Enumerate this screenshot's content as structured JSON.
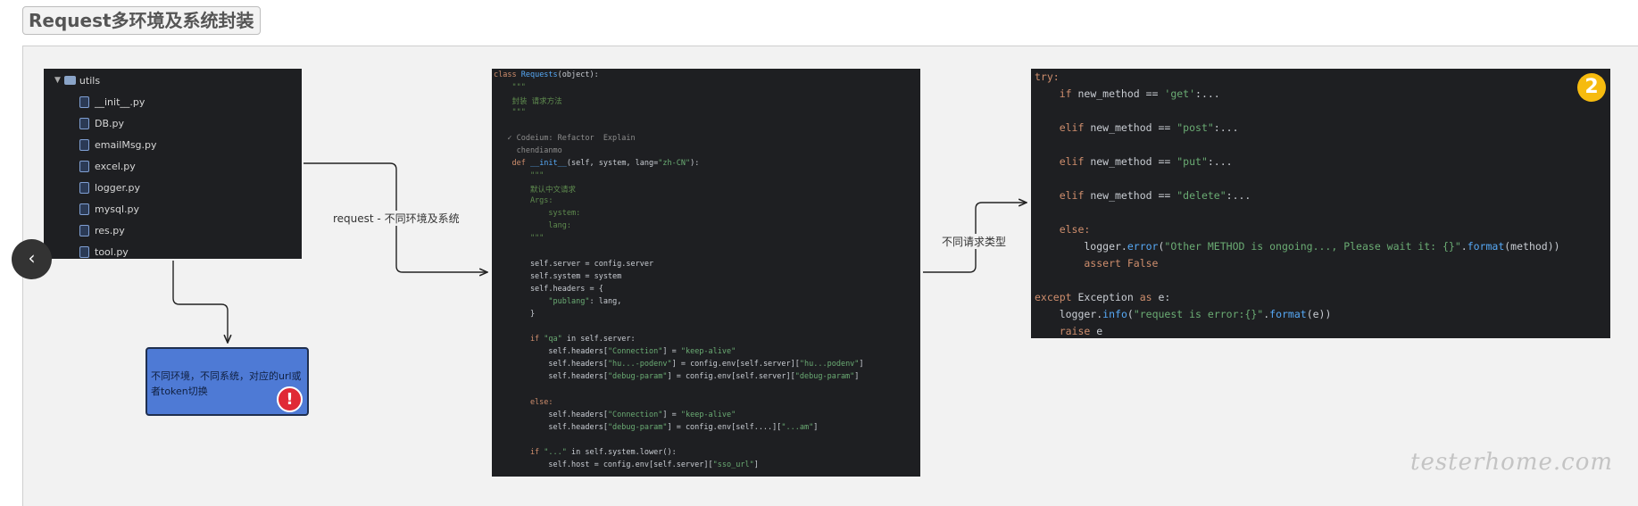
{
  "page_title": "Request多环境及系统封装",
  "file_tree": {
    "folder": "utils",
    "files": [
      "__init__.py",
      "DB.py",
      "emailMsg.py",
      "excel.py",
      "logger.py",
      "mysql.py",
      "res.py",
      "tool.py"
    ]
  },
  "code_panel_a": {
    "lines": [
      [
        {
          "t": "class ",
          "c": "kw"
        },
        {
          "t": "Requests",
          "c": "fn"
        },
        {
          "t": "(object):",
          "c": "id"
        }
      ],
      [
        {
          "t": "    \"\"\"",
          "c": "cm"
        }
      ],
      [
        {
          "t": "    封装 请求方法",
          "c": "cm"
        }
      ],
      [
        {
          "t": "    \"\"\"",
          "c": "cm"
        }
      ],
      [
        {
          "t": "",
          "c": "id"
        }
      ],
      [
        {
          "t": "   ✓ Codeium: Refactor  Explain",
          "c": "hint"
        }
      ],
      [
        {
          "t": "     chendianmo",
          "c": "hint"
        }
      ],
      [
        {
          "t": "    def ",
          "c": "kw"
        },
        {
          "t": "__init__",
          "c": "fn"
        },
        {
          "t": "(self, system, lang=",
          "c": "id"
        },
        {
          "t": "\"zh-CN\"",
          "c": "str"
        },
        {
          "t": "):",
          "c": "id"
        }
      ],
      [
        {
          "t": "        \"\"\"",
          "c": "cm"
        }
      ],
      [
        {
          "t": "        默认中文请求",
          "c": "cm"
        }
      ],
      [
        {
          "t": "        Args:",
          "c": "cm"
        }
      ],
      [
        {
          "t": "            system:",
          "c": "cm"
        }
      ],
      [
        {
          "t": "            lang:",
          "c": "cm"
        }
      ],
      [
        {
          "t": "        \"\"\"",
          "c": "cm"
        }
      ],
      [
        {
          "t": "",
          "c": "id"
        }
      ],
      [
        {
          "t": "        self.server = config.server",
          "c": "id"
        }
      ],
      [
        {
          "t": "        self.system = system",
          "c": "id"
        }
      ],
      [
        {
          "t": "        self.headers = {",
          "c": "id"
        }
      ],
      [
        {
          "t": "            ",
          "c": "id"
        },
        {
          "t": "\"publang\"",
          "c": "str"
        },
        {
          "t": ": lang,",
          "c": "id"
        }
      ],
      [
        {
          "t": "        }",
          "c": "id"
        }
      ],
      [
        {
          "t": "",
          "c": "id"
        }
      ],
      [
        {
          "t": "        if ",
          "c": "kw"
        },
        {
          "t": "\"qa\"",
          "c": "str"
        },
        {
          "t": " in self.server:",
          "c": "id"
        }
      ],
      [
        {
          "t": "            self.headers[",
          "c": "id"
        },
        {
          "t": "\"Connection\"",
          "c": "str"
        },
        {
          "t": "] = ",
          "c": "id"
        },
        {
          "t": "\"keep-alive\"",
          "c": "str"
        }
      ],
      [
        {
          "t": "            self.headers[",
          "c": "id"
        },
        {
          "t": "\"hu...-podenv\"",
          "c": "str"
        },
        {
          "t": "] = config.env[self.server][",
          "c": "id"
        },
        {
          "t": "\"hu...podenv\"",
          "c": "str"
        },
        {
          "t": "]",
          "c": "id"
        }
      ],
      [
        {
          "t": "            self.headers[",
          "c": "id"
        },
        {
          "t": "\"debug-param\"",
          "c": "str"
        },
        {
          "t": "] = config.env[self.server][",
          "c": "id"
        },
        {
          "t": "\"debug-param\"",
          "c": "str"
        },
        {
          "t": "]",
          "c": "id"
        }
      ],
      [
        {
          "t": "",
          "c": "id"
        }
      ],
      [
        {
          "t": "        else:",
          "c": "kw"
        }
      ],
      [
        {
          "t": "            self.headers[",
          "c": "id"
        },
        {
          "t": "\"Connection\"",
          "c": "str"
        },
        {
          "t": "] = ",
          "c": "id"
        },
        {
          "t": "\"keep-alive\"",
          "c": "str"
        }
      ],
      [
        {
          "t": "            self.headers[",
          "c": "id"
        },
        {
          "t": "\"debug-param\"",
          "c": "str"
        },
        {
          "t": "] = config.env[self....][",
          "c": "id"
        },
        {
          "t": "\"...am\"",
          "c": "str"
        },
        {
          "t": "]",
          "c": "id"
        }
      ],
      [
        {
          "t": "",
          "c": "id"
        }
      ],
      [
        {
          "t": "        if ",
          "c": "kw"
        },
        {
          "t": "\"...\"",
          "c": "str"
        },
        {
          "t": " in self.system.lower():",
          "c": "id"
        }
      ],
      [
        {
          "t": "            self.host = config.env[self.server][",
          "c": "id"
        },
        {
          "t": "\"sso_url\"",
          "c": "str"
        },
        {
          "t": "]",
          "c": "id"
        }
      ]
    ]
  },
  "code_panel_b": {
    "lines": [
      [
        {
          "t": "try:",
          "c": "kw"
        }
      ],
      [
        {
          "t": "    if ",
          "c": "kw"
        },
        {
          "t": "new_method == ",
          "c": "id"
        },
        {
          "t": "'get'",
          "c": "str"
        },
        {
          "t": ":...",
          "c": "id"
        }
      ],
      [
        {
          "t": "",
          "c": "id"
        }
      ],
      [
        {
          "t": "    elif ",
          "c": "kw"
        },
        {
          "t": "new_method == ",
          "c": "id"
        },
        {
          "t": "\"post\"",
          "c": "str"
        },
        {
          "t": ":...",
          "c": "id"
        }
      ],
      [
        {
          "t": "",
          "c": "id"
        }
      ],
      [
        {
          "t": "    elif ",
          "c": "kw"
        },
        {
          "t": "new_method == ",
          "c": "id"
        },
        {
          "t": "\"put\"",
          "c": "str"
        },
        {
          "t": ":...",
          "c": "id"
        }
      ],
      [
        {
          "t": "",
          "c": "id"
        }
      ],
      [
        {
          "t": "    elif ",
          "c": "kw"
        },
        {
          "t": "new_method == ",
          "c": "id"
        },
        {
          "t": "\"delete\"",
          "c": "str"
        },
        {
          "t": ":...",
          "c": "id"
        }
      ],
      [
        {
          "t": "",
          "c": "id"
        }
      ],
      [
        {
          "t": "    else:",
          "c": "kw"
        }
      ],
      [
        {
          "t": "        logger.",
          "c": "id"
        },
        {
          "t": "error",
          "c": "fn"
        },
        {
          "t": "(",
          "c": "id"
        },
        {
          "t": "\"Other METHOD is ongoing..., Please wait it: {}\"",
          "c": "str"
        },
        {
          "t": ".",
          "c": "id"
        },
        {
          "t": "format",
          "c": "fn"
        },
        {
          "t": "(method))",
          "c": "id"
        }
      ],
      [
        {
          "t": "        assert ",
          "c": "kw"
        },
        {
          "t": "False",
          "c": "kw"
        }
      ],
      [
        {
          "t": "",
          "c": "id"
        }
      ],
      [
        {
          "t": "except ",
          "c": "kw"
        },
        {
          "t": "Exception ",
          "c": "id"
        },
        {
          "t": "as ",
          "c": "kw"
        },
        {
          "t": "e:",
          "c": "id"
        }
      ],
      [
        {
          "t": "    logger.",
          "c": "id"
        },
        {
          "t": "info",
          "c": "fn"
        },
        {
          "t": "(",
          "c": "id"
        },
        {
          "t": "\"request is error:{}\"",
          "c": "str"
        },
        {
          "t": ".",
          "c": "id"
        },
        {
          "t": "format",
          "c": "fn"
        },
        {
          "t": "(e))",
          "c": "id"
        }
      ],
      [
        {
          "t": "    raise ",
          "c": "kw"
        },
        {
          "t": "e",
          "c": "id"
        }
      ]
    ]
  },
  "step_badge": "2",
  "note_text": "不同环境，不同系统，对应的url或者token切换",
  "alert_icon": "!",
  "edge_label_1": "request - 不同环境及系统",
  "edge_label_2": "不同请求类型",
  "nav_back_icon": "‹",
  "watermark": "testerhome.com",
  "colors": {
    "badge": "#f6bb0f",
    "note": "#4e7ad5",
    "alert": "#e02a36",
    "panel": "#1e1f22"
  }
}
